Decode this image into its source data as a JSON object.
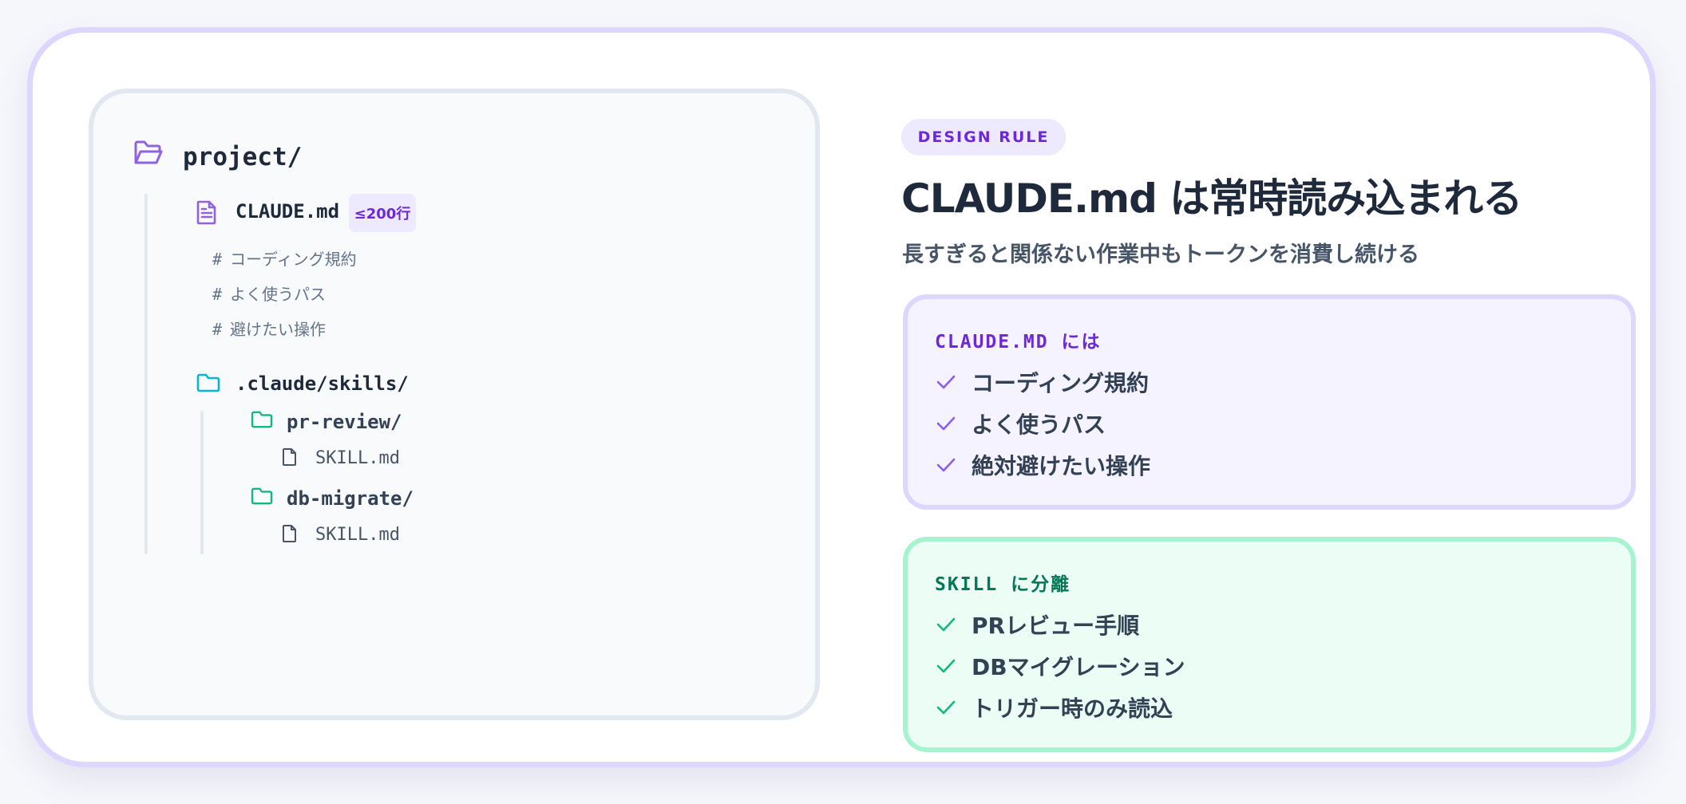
{
  "tree": {
    "root": {
      "label": "project/",
      "icon": "folder-open-icon"
    },
    "claude_md": {
      "label": "CLAUDE.md",
      "badge": "≤200行",
      "icon": "file-text-icon"
    },
    "comments": [
      {
        "hash": "#",
        "text": "コーディング規約"
      },
      {
        "hash": "#",
        "text": "よく使うパス"
      },
      {
        "hash": "#",
        "text": "避けたい操作"
      }
    ],
    "skills_dir": {
      "label": ".claude/skills/",
      "icon": "folder-icon"
    },
    "skills": [
      {
        "dir": "pr-review/",
        "file": "SKILL.md"
      },
      {
        "dir": "db-migrate/",
        "file": "SKILL.md"
      }
    ]
  },
  "rule": {
    "tag": "DESIGN RULE",
    "title": "CLAUDE.md は常時読み込まれる",
    "subtitle": "長すぎると関係ない作業中もトークンを消費し続ける"
  },
  "claude_box": {
    "title": "CLAUDE.MD には",
    "items": [
      "コーディング規約",
      "よく使うパス",
      "絶対避けたい操作"
    ]
  },
  "skill_box": {
    "title": "SKILL に分離",
    "items": [
      "PRレビュー手順",
      "DBマイグレーション",
      "トリガー時のみ読込"
    ]
  },
  "colors": {
    "purple_accent": "#7c3aed",
    "cyan_accent": "#06b6d4",
    "green_accent": "#10b981"
  }
}
